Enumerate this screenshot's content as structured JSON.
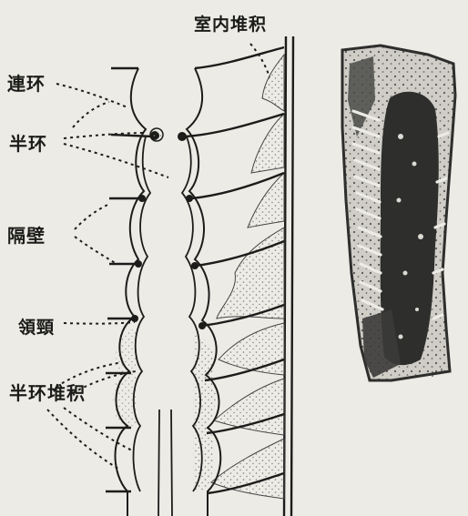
{
  "figure": {
    "colors": {
      "background": "#ecebe6",
      "ink": "#1c1c1a",
      "deposit_stipple": "#8a8a86",
      "photo_dark": "#2e2e2c"
    },
    "labels": {
      "chamber_deposit": "室内堆积",
      "full_ring": "連环",
      "half_ring": "半环",
      "septum": "隔壁",
      "septal_neck": "領頸",
      "half_ring_deposit": "半环堆积"
    },
    "panels": [
      "schematic-longitudinal-section",
      "fossil-section-photograph"
    ]
  }
}
